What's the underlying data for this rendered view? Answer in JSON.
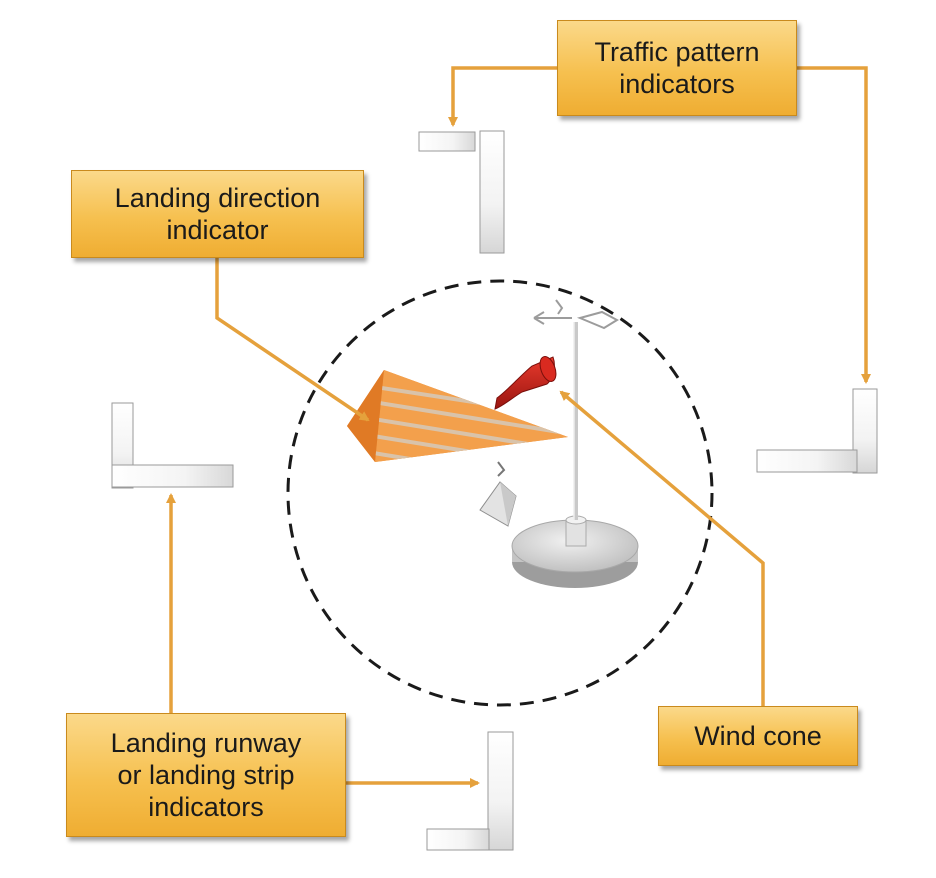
{
  "labels": {
    "traffic_pattern": [
      "Traffic pattern",
      "indicators"
    ],
    "landing_direction": [
      "Landing direction",
      "indicator"
    ],
    "runway": [
      "Landing runway",
      "or landing strip",
      "indicators"
    ],
    "wind_cone": [
      "Wind cone"
    ]
  },
  "colors": {
    "arrow": "#e5a13c",
    "box_fill": "#f6c04f",
    "tetrahedron": "#ef8f3a",
    "wind_cone": "#c9221c",
    "dashed_circle": "#1a1a1a"
  }
}
